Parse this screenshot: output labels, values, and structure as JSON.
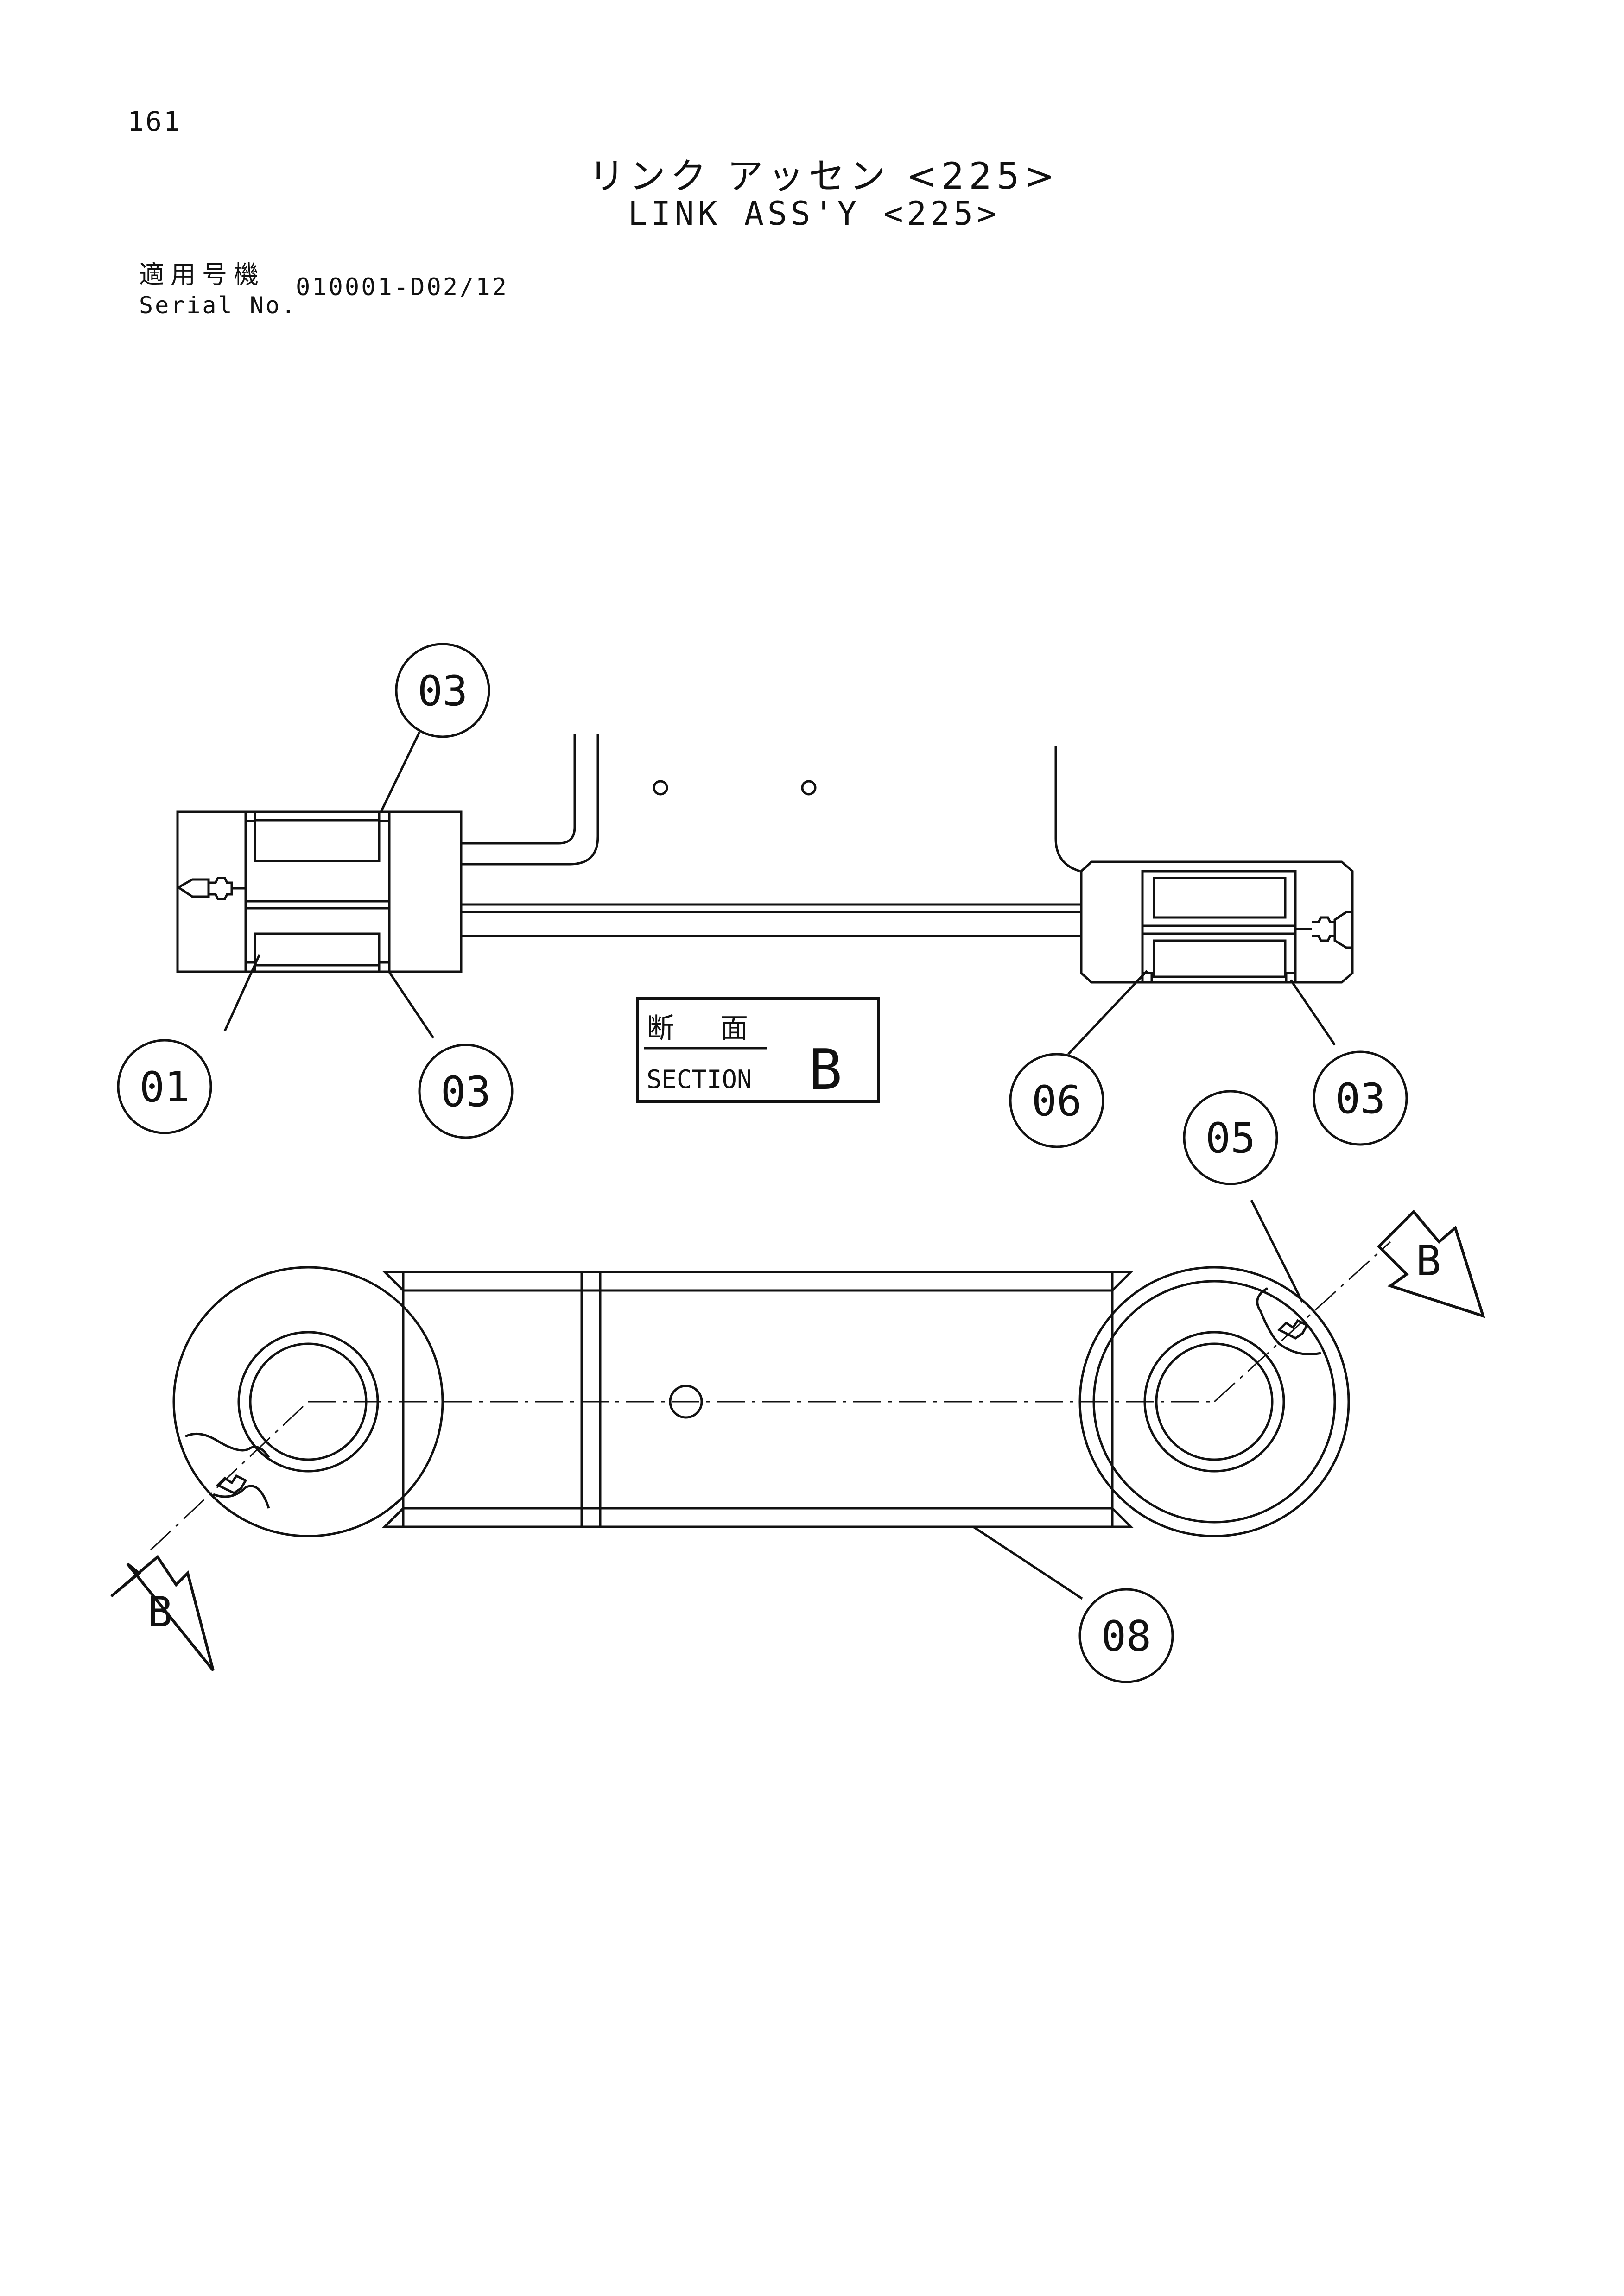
{
  "header": {
    "page_number": "161",
    "title_jp": "リンク アッセン <225>",
    "title_en": "LINK ASS'Y <225>",
    "serial_label_jp": "適用号機",
    "serial_label_en": "Serial No.",
    "serial_value": "010001-D02/12"
  },
  "drawing": {
    "section_label_jp": "断 面",
    "section_label_en": "SECTION",
    "section_letter": "B",
    "callouts": [
      "03",
      "01",
      "03",
      "06",
      "03",
      "05",
      "08"
    ],
    "section_arrows": [
      "B",
      "B"
    ]
  },
  "colors": {
    "ink": "#111111",
    "paper": "#ffffff"
  }
}
